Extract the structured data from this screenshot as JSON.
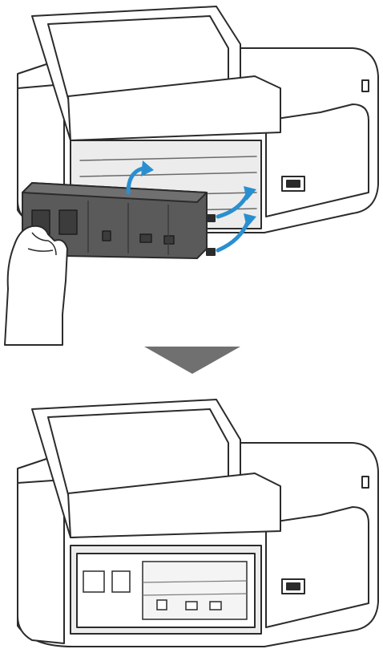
{
  "figure": {
    "steps": [
      {
        "id": "step-1"
      },
      {
        "id": "step-2"
      }
    ],
    "colors": {
      "outline": "#2b2b2b",
      "body_fill": "#ffffff",
      "interior_fill": "#ececec",
      "cover_dark": "#5a5a5a",
      "cover_mid": "#707070",
      "arrow_blue": "#2a8fd0",
      "down_arrow": "#707070"
    },
    "icons": [
      "printer-rear-view",
      "rear-cover",
      "hand",
      "curved-arrow",
      "down-arrow"
    ]
  }
}
